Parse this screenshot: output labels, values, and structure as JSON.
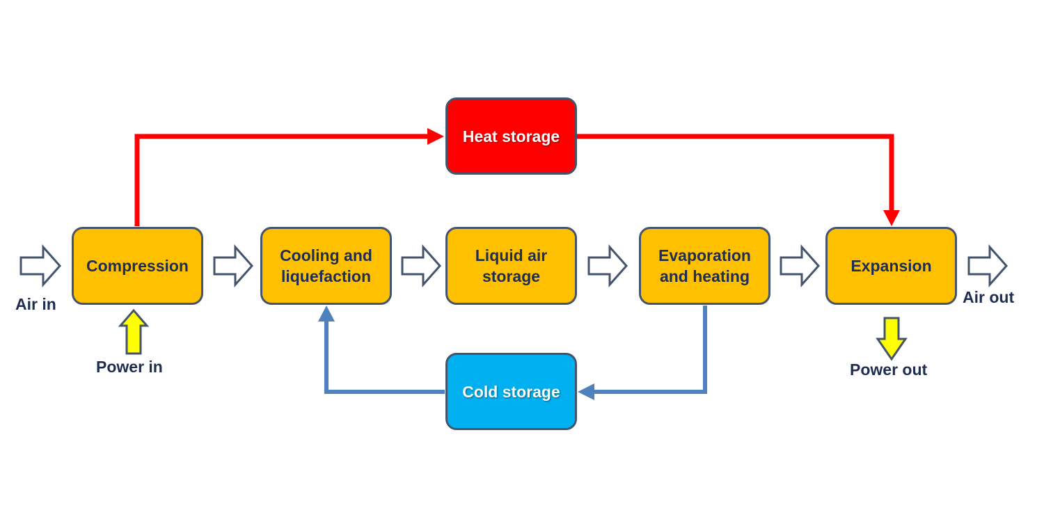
{
  "colors": {
    "process_fill": "#ffc000",
    "box_border": "#44546a",
    "heat_fill": "#ff0000",
    "cold_fill": "#00b0f0",
    "heat_line": "#ff0000",
    "cold_line": "#4f81bd",
    "air_arrow_outline": "#44546a",
    "power_arrow_fill": "#ffff00",
    "label_text": "#1f2d50"
  },
  "nodes": {
    "compression": "Compression",
    "cooling": "Cooling and\nliquefaction",
    "liquid_air": "Liquid air\nstorage",
    "evaporation": "Evaporation\nand heating",
    "expansion": "Expansion",
    "heat_storage": "Heat storage",
    "cold_storage": "Cold storage"
  },
  "labels": {
    "air_in": "Air in",
    "air_out": "Air out",
    "power_in": "Power in",
    "power_out": "Power out"
  },
  "edges": [
    {
      "from": "air_in",
      "to": "compression",
      "type": "air-flow"
    },
    {
      "from": "compression",
      "to": "cooling",
      "type": "air-flow"
    },
    {
      "from": "cooling",
      "to": "liquid_air",
      "type": "air-flow"
    },
    {
      "from": "liquid_air",
      "to": "evaporation",
      "type": "air-flow"
    },
    {
      "from": "evaporation",
      "to": "expansion",
      "type": "air-flow"
    },
    {
      "from": "expansion",
      "to": "air_out",
      "type": "air-flow"
    },
    {
      "from": "power_in",
      "to": "compression",
      "type": "power"
    },
    {
      "from": "expansion",
      "to": "power_out",
      "type": "power"
    },
    {
      "from": "compression",
      "to": "heat_storage",
      "type": "heat"
    },
    {
      "from": "heat_storage",
      "to": "expansion",
      "type": "heat"
    },
    {
      "from": "evaporation",
      "to": "cold_storage",
      "type": "cold"
    },
    {
      "from": "cold_storage",
      "to": "cooling",
      "type": "cold"
    }
  ]
}
